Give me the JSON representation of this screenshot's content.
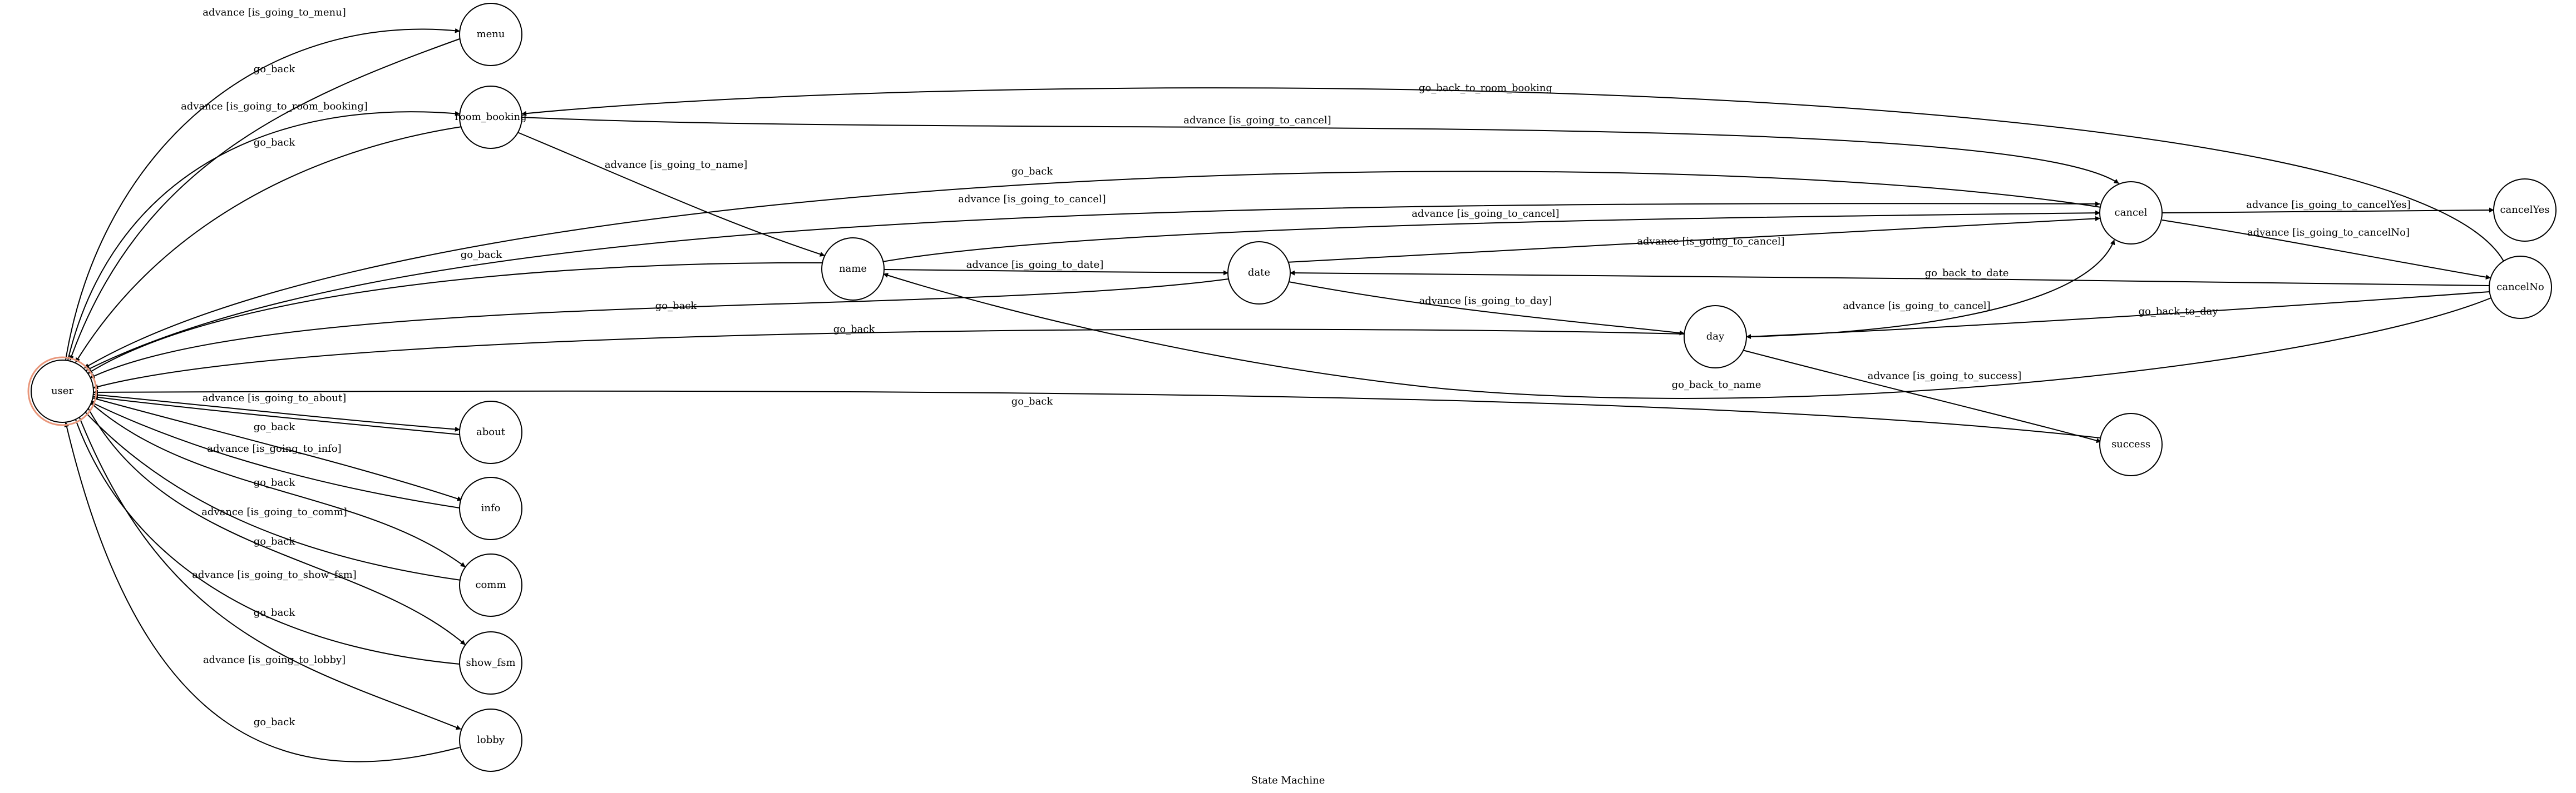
{
  "diagram": {
    "caption": "State Machine",
    "initial_state": "user",
    "initial_state_color": "#e9967a",
    "node_border_color": "#000000",
    "edge_color": "#000000",
    "nodes": [
      {
        "id": "user",
        "label": "user"
      },
      {
        "id": "menu",
        "label": "menu"
      },
      {
        "id": "room_booking",
        "label": "room_booking"
      },
      {
        "id": "name",
        "label": "name"
      },
      {
        "id": "date",
        "label": "date"
      },
      {
        "id": "day",
        "label": "day"
      },
      {
        "id": "cancel",
        "label": "cancel"
      },
      {
        "id": "cancelYes",
        "label": "cancelYes"
      },
      {
        "id": "cancelNo",
        "label": "cancelNo"
      },
      {
        "id": "success",
        "label": "success"
      },
      {
        "id": "about",
        "label": "about"
      },
      {
        "id": "info",
        "label": "info"
      },
      {
        "id": "comm",
        "label": "comm"
      },
      {
        "id": "show_fsm",
        "label": "show_fsm"
      },
      {
        "id": "lobby",
        "label": "lobby"
      }
    ],
    "edges": [
      {
        "from": "user",
        "to": "menu",
        "label": "advance [is_going_to_menu]"
      },
      {
        "from": "menu",
        "to": "user",
        "label": "go_back"
      },
      {
        "from": "user",
        "to": "room_booking",
        "label": "advance [is_going_to_room_booking]"
      },
      {
        "from": "room_booking",
        "to": "user",
        "label": "go_back"
      },
      {
        "from": "room_booking",
        "to": "cancel",
        "label": "advance [is_going_to_cancel]"
      },
      {
        "from": "room_booking",
        "to": "name",
        "label": "advance [is_going_to_name]"
      },
      {
        "from": "cancel",
        "to": "user",
        "label": "go_back"
      },
      {
        "from": "user",
        "to": "cancel",
        "label": "advance [is_going_to_cancel]"
      },
      {
        "from": "name",
        "to": "cancel",
        "label": "advance [is_going_to_cancel]"
      },
      {
        "from": "name",
        "to": "user",
        "label": "go_back"
      },
      {
        "from": "name",
        "to": "date",
        "label": "advance [is_going_to_date]"
      },
      {
        "from": "date",
        "to": "cancel",
        "label": "advance [is_going_to_cancel]"
      },
      {
        "from": "date",
        "to": "user",
        "label": "go_back"
      },
      {
        "from": "date",
        "to": "day",
        "label": "advance [is_going_to_day]"
      },
      {
        "from": "day",
        "to": "user",
        "label": "go_back"
      },
      {
        "from": "day",
        "to": "cancel",
        "label": "advance [is_going_to_cancel]"
      },
      {
        "from": "day",
        "to": "success",
        "label": "advance [is_going_to_success]"
      },
      {
        "from": "cancel",
        "to": "cancelYes",
        "label": "advance [is_going_to_cancelYes]"
      },
      {
        "from": "cancel",
        "to": "cancelNo",
        "label": "advance [is_going_to_cancelNo]"
      },
      {
        "from": "cancelNo",
        "to": "room_booking",
        "label": "go_back_to_room_booking"
      },
      {
        "from": "cancelNo",
        "to": "date",
        "label": "go_back_to_date"
      },
      {
        "from": "cancelNo",
        "to": "day",
        "label": "go_back_to_day"
      },
      {
        "from": "cancelNo",
        "to": "name",
        "label": "go_back_to_name"
      },
      {
        "from": "success",
        "to": "user",
        "label": "go_back"
      },
      {
        "from": "user",
        "to": "about",
        "label": "advance [is_going_to_about]"
      },
      {
        "from": "about",
        "to": "user",
        "label": "go_back"
      },
      {
        "from": "user",
        "to": "info",
        "label": "advance [is_going_to_info]"
      },
      {
        "from": "info",
        "to": "user",
        "label": "go_back"
      },
      {
        "from": "user",
        "to": "comm",
        "label": "advance [is_going_to_comm]"
      },
      {
        "from": "comm",
        "to": "user",
        "label": "go_back"
      },
      {
        "from": "user",
        "to": "show_fsm",
        "label": "advance [is_going_to_show_fsm]"
      },
      {
        "from": "show_fsm",
        "to": "user",
        "label": "go_back"
      },
      {
        "from": "user",
        "to": "lobby",
        "label": "advance [is_going_to_lobby]"
      },
      {
        "from": "lobby",
        "to": "user",
        "label": "go_back"
      }
    ]
  }
}
